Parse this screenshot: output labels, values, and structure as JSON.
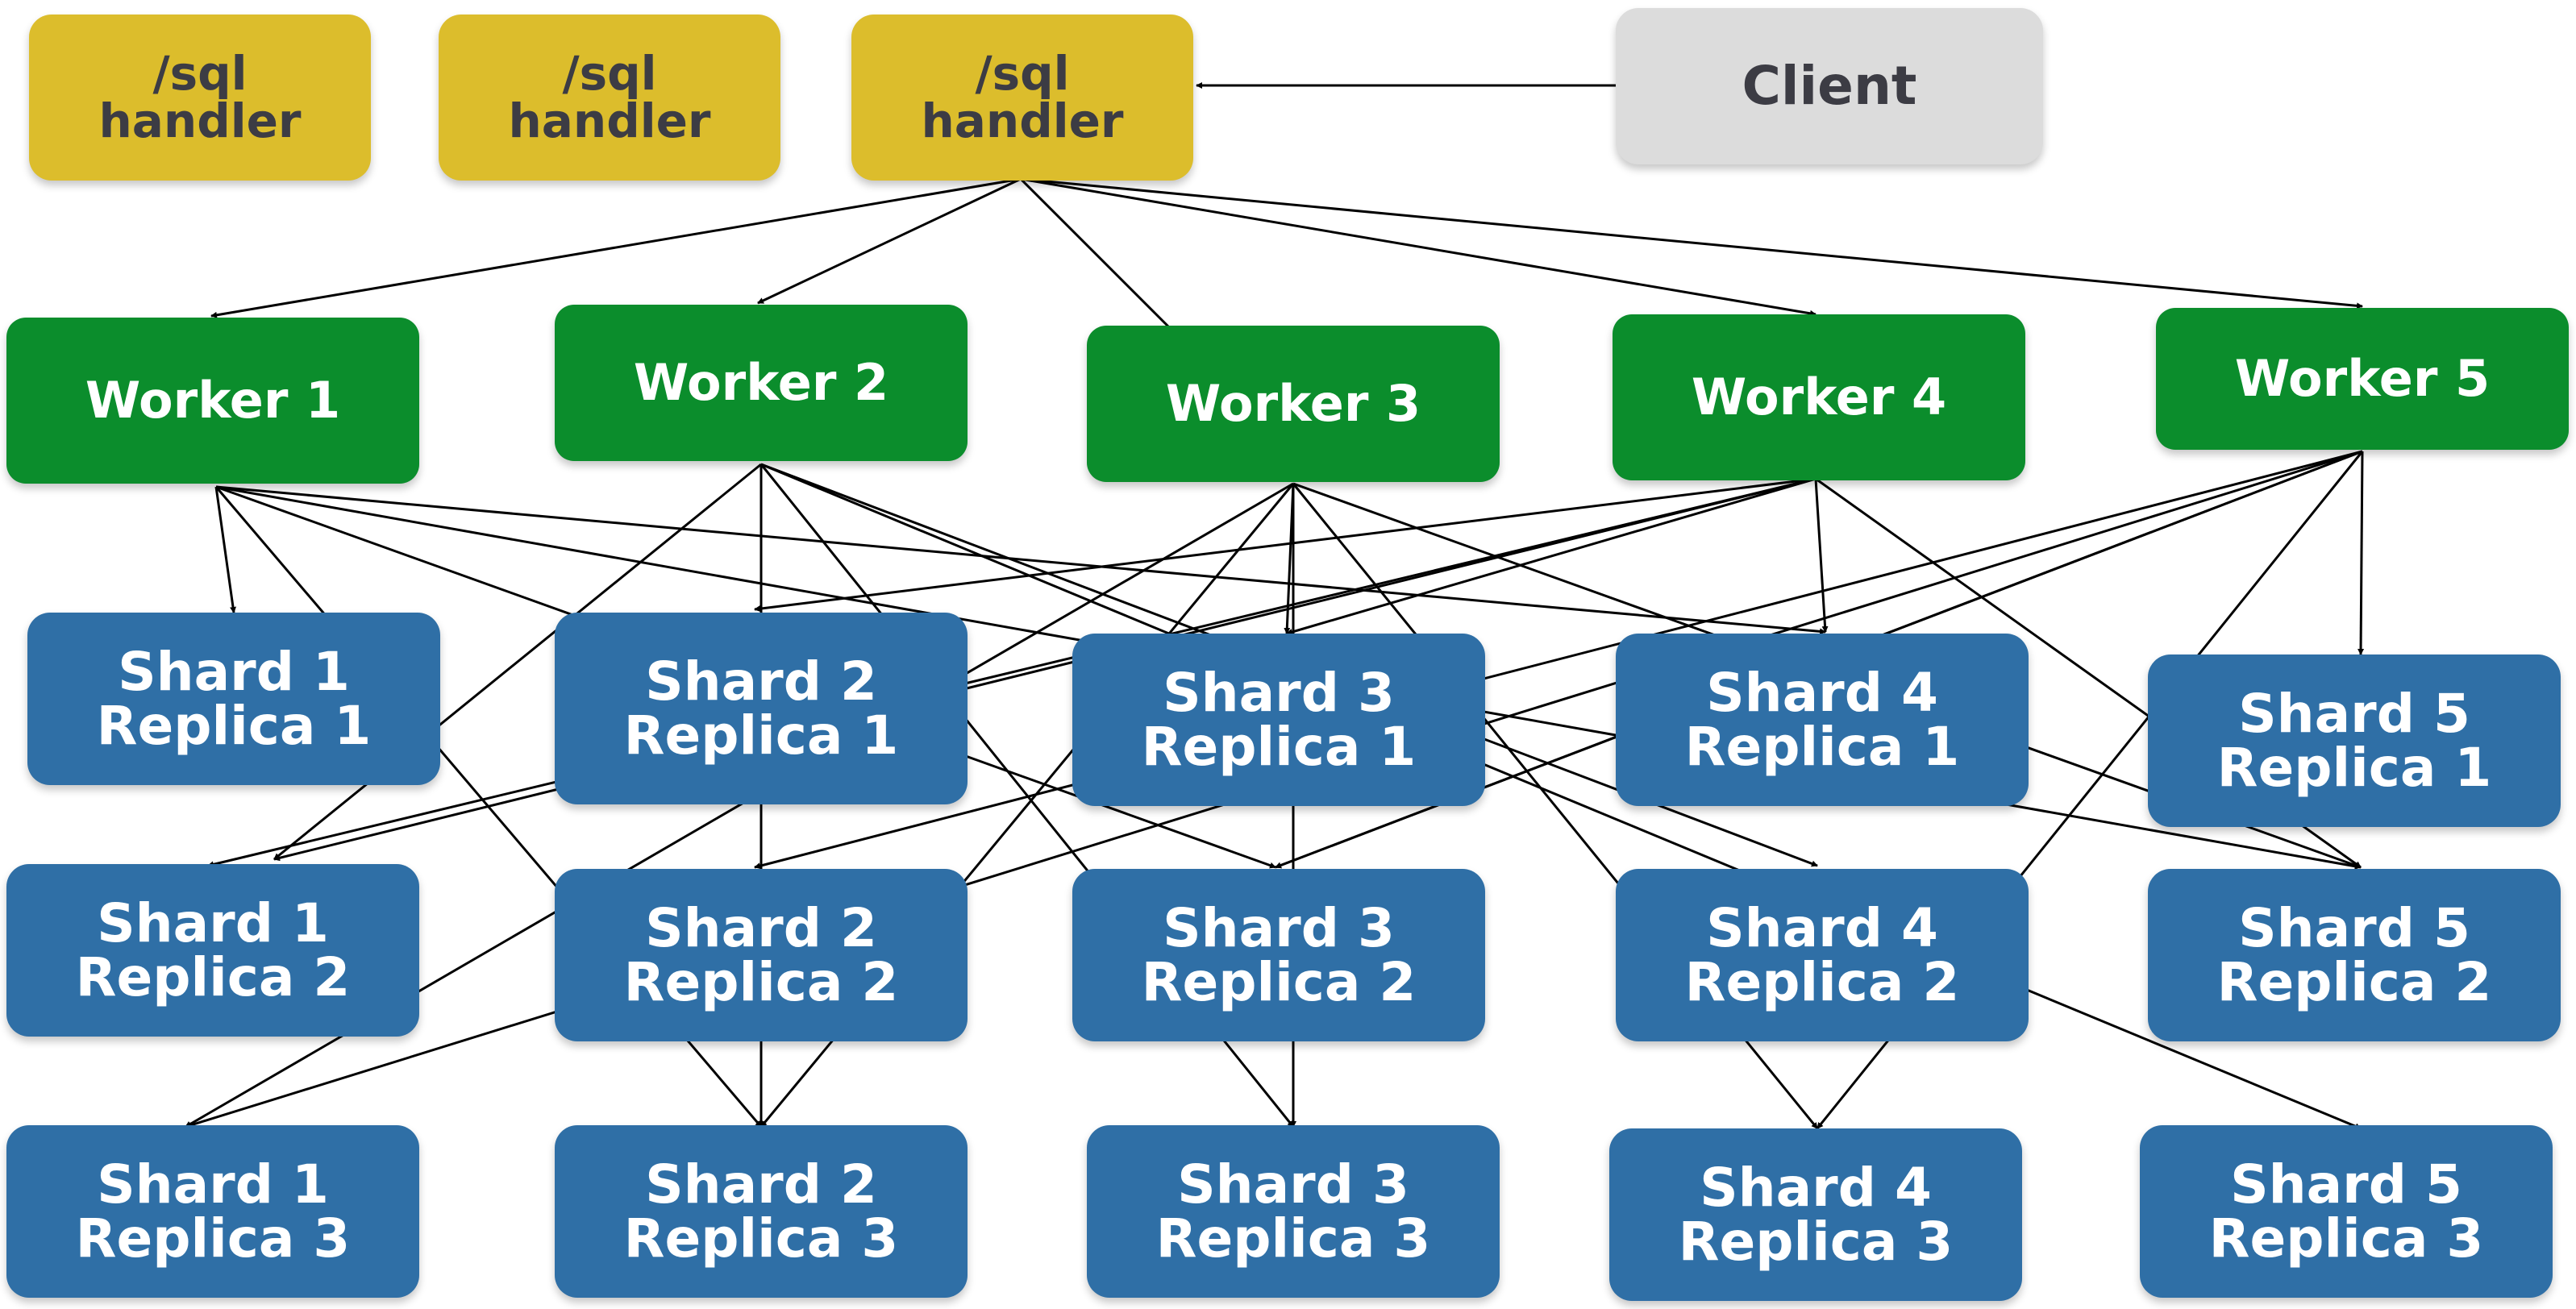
{
  "colors": {
    "handler": "#dcbd2c",
    "client": "#dcdcdc",
    "worker": "#0b8d2c",
    "shard": "#2f6fa6",
    "arrow": "#000000"
  },
  "handlers": [
    {
      "line1": "/sql",
      "line2": "handler"
    },
    {
      "line1": "/sql",
      "line2": "handler"
    },
    {
      "line1": "/sql",
      "line2": "handler"
    }
  ],
  "client": {
    "label": "Client"
  },
  "workers": [
    {
      "label": "Worker 1"
    },
    {
      "label": "Worker 2"
    },
    {
      "label": "Worker 3"
    },
    {
      "label": "Worker 4"
    },
    {
      "label": "Worker 5"
    }
  ],
  "shards": [
    [
      {
        "line1": "Shard 1",
        "line2": "Replica 1"
      },
      {
        "line1": "Shard 2",
        "line2": "Replica 1"
      },
      {
        "line1": "Shard 3",
        "line2": "Replica 1"
      },
      {
        "line1": "Shard 4",
        "line2": "Replica 1"
      },
      {
        "line1": "Shard 5",
        "line2": "Replica 1"
      }
    ],
    [
      {
        "line1": "Shard 1",
        "line2": "Replica 2"
      },
      {
        "line1": "Shard 2",
        "line2": "Replica 2"
      },
      {
        "line1": "Shard 3",
        "line2": "Replica 2"
      },
      {
        "line1": "Shard 4",
        "line2": "Replica 2"
      },
      {
        "line1": "Shard 5",
        "line2": "Replica 2"
      }
    ],
    [
      {
        "line1": "Shard 1",
        "line2": "Replica 3"
      },
      {
        "line1": "Shard 2",
        "line2": "Replica 3"
      },
      {
        "line1": "Shard 3",
        "line2": "Replica 3"
      },
      {
        "line1": "Shard 4",
        "line2": "Replica 3"
      },
      {
        "line1": "Shard 5",
        "line2": "Replica 3"
      }
    ]
  ],
  "connections": {
    "client_to_handler": 3,
    "handler": 3,
    "handler_to_workers": [
      1,
      2,
      3,
      4,
      5
    ],
    "worker_to_shards": [
      {
        "worker": 1,
        "targets": [
          "S1R1",
          "S2R3",
          "S3R2",
          "S4R1",
          "S5R2"
        ]
      },
      {
        "worker": 2,
        "targets": [
          "S1R2",
          "S2R3",
          "S3R3",
          "S4R2",
          "S5R3"
        ]
      },
      {
        "worker": 3,
        "targets": [
          "S1R3",
          "S2R3",
          "S3R3",
          "S4R3",
          "S5R2",
          "S3R1"
        ]
      },
      {
        "worker": 4,
        "targets": [
          "S1R2",
          "S2R1",
          "S3R1",
          "S4R1",
          "S5R2"
        ]
      },
      {
        "worker": 5,
        "targets": [
          "S5R1",
          "S4R3",
          "S3R2",
          "S2R2",
          "S1R3"
        ]
      }
    ]
  }
}
